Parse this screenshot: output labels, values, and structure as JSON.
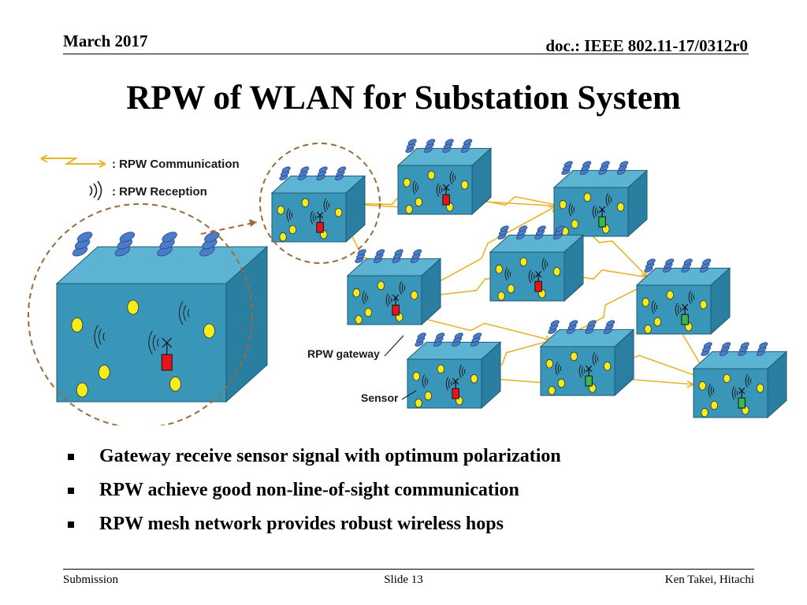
{
  "header": {
    "date": "March 2017",
    "doc_id": "doc.: IEEE 802.11-17/0312r0"
  },
  "slide_title": "RPW of WLAN for Substation System",
  "legend": {
    "communication_label": ": RPW Communication",
    "reception_label": ": RPW Reception"
  },
  "figure_labels": {
    "gateway": "RPW gateway",
    "sensor": "Sensor"
  },
  "colors": {
    "box_front": "#3a96b8",
    "box_top": "#5cb4d2",
    "box_side": "#2a7ea0",
    "antenna": "#4a7cc8",
    "sensor": "#f5ec1c",
    "gateway_red": "#e8141a",
    "gateway_green": "#3bb84c",
    "link": "#e8b42a",
    "zoom_circle": "#9a6a3a"
  },
  "icons": [
    "zigzag-arrow-icon",
    "radio-waves-icon",
    "antenna-icon"
  ],
  "bullets": [
    "Gateway receive sensor signal with optimum polarization",
    "RPW achieve good non-line-of-sight communication",
    "RPW mesh network provides robust wireless hops"
  ],
  "footer": {
    "left": "Submission",
    "center": "Slide 13",
    "right": "Ken Takei, Hitachi"
  }
}
